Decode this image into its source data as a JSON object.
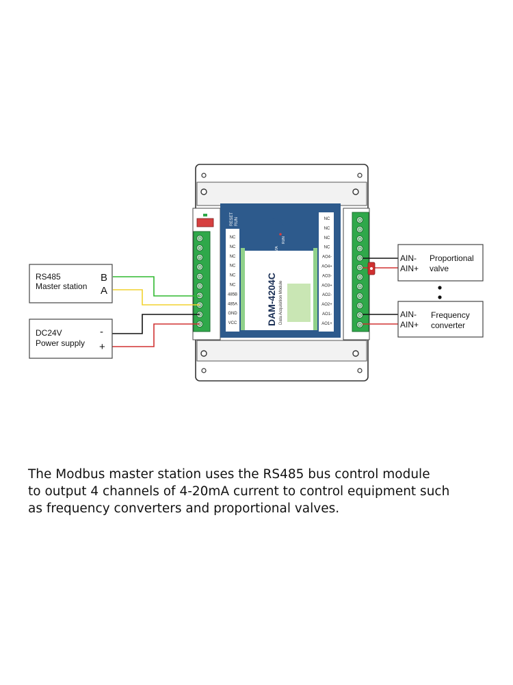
{
  "module": {
    "model": "DAM-4204C",
    "subtitle": "Data Acquisition Module",
    "switch_labels": [
      "RESET",
      "RUN"
    ],
    "status_labels": [
      "DATA",
      "RUN"
    ],
    "left_terminals": [
      "NC",
      "NC",
      "NC",
      "NC",
      "NC",
      "NC",
      "485B",
      "485A",
      "GND",
      "VCC"
    ],
    "right_terminals": [
      "NC",
      "NC",
      "NC",
      "NC",
      "AO4-",
      "AO4+",
      "AO3-",
      "AO3+",
      "AO2-",
      "AO2+",
      "AO1-",
      "AO1+"
    ]
  },
  "rs485_box": {
    "title": "RS485",
    "subtitle": "Master station",
    "pin_b": "B",
    "pin_a": "A"
  },
  "power_box": {
    "title": "DC24V",
    "subtitle": "Power supply",
    "minus": "-",
    "plus": "+"
  },
  "valve_box": {
    "ain_minus": "AIN-",
    "ain_plus": "AIN+",
    "line1": "Proportional",
    "line2": "valve"
  },
  "converter_box": {
    "ain_minus": "AIN-",
    "ain_plus": "AIN+",
    "line1": "Frequency",
    "line2": "converter"
  },
  "caption": [
    "The Modbus master station uses the RS485 bus control module",
    "to output 4 channels of 4-20mA current to control equipment such",
    "as frequency converters and proportional valves."
  ],
  "colors": {
    "wire_green": "#2eb82e",
    "wire_yellow": "#f2d22e",
    "wire_black": "#111111",
    "wire_red": "#d03030",
    "terminal_green": "#2fa84a",
    "label_blue": "#2d5a8c"
  }
}
